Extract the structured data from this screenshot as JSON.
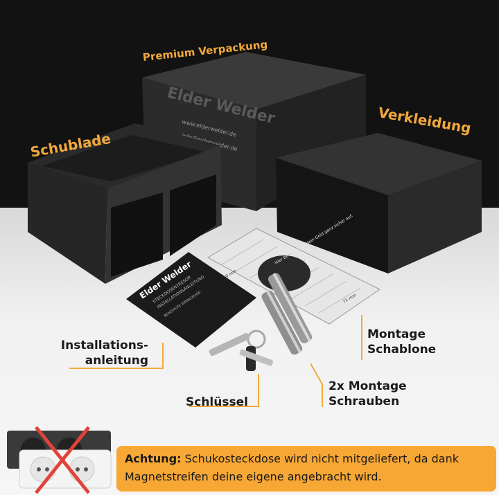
{
  "labels": {
    "premium": "Premium Verpackung",
    "schublade": "Schublade",
    "verkleidung": "Verkleidung",
    "installation_line1": "Installations-",
    "installation_line2": "anleitung",
    "schluessel": "Schlüssel",
    "montage_line1": "Montage",
    "montage_line2": "Schablone",
    "schrauben_line1": "2x Montage",
    "schrauben_line2": "Schrauben"
  },
  "notice": {
    "prefix": "Achtung:",
    "text": " Schukosteckdose wird nicht mitgeliefert, da dank Magnetstreifen deine eigene angebracht wird."
  },
  "brand": {
    "logo_text": "Elder Welder",
    "box_url": "www.elderwelder.de",
    "box_email": "info@elderwelder.de",
    "manual_title_line1": "STECKDOSENTRESOR",
    "manual_title_line2": "INSTALLATIONSANLEITUNG",
    "manual_tools_heading": "BENÖTIGTE WERKZEUGE:",
    "template_headline": "Hier bewahrst du dein Geld ganz sicher auf.",
    "template_dim_left": "110 mm",
    "template_dim_right": "71 mm"
  },
  "colors": {
    "accent": "#f2a93b",
    "notice_bg": "#f7a734",
    "dark_bg": "#121212",
    "floor": "#f1f1f1",
    "product_black": "#2b2b2b",
    "cross_red": "#e0433a"
  }
}
